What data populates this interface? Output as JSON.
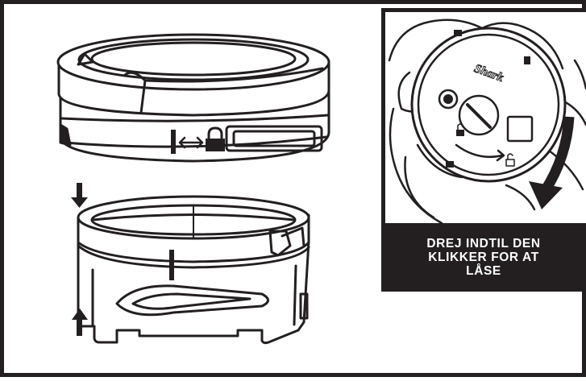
{
  "illustration": {
    "lock_symbol": "unlock-to-lock arrow (❙ ↔ lock)",
    "instruction_lines": [
      "DREJ INDTIL DEN",
      "KLIKKER FOR AT",
      "LÅSE"
    ],
    "brand_mark": "Shark",
    "colors": {
      "ink": "#231f20",
      "paper": "#ffffff"
    },
    "icons": [
      "down-arrow-icon",
      "up-arrow-icon",
      "lock-icon",
      "rotate-arrow-icon"
    ]
  }
}
